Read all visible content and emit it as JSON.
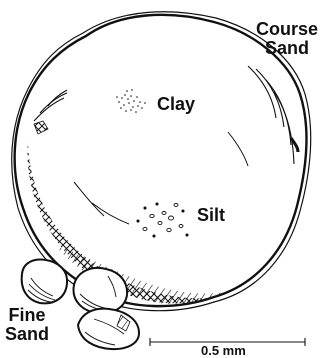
{
  "diagram": {
    "labels": {
      "coarse_sand": [
        "Course",
        "Sand"
      ],
      "clay": "Clay",
      "silt": "Silt",
      "fine_sand": [
        "Fine",
        "Sand"
      ],
      "scale": "0.5 mm"
    },
    "colors": {
      "ink": "#111111",
      "paper": "#ffffff"
    }
  }
}
